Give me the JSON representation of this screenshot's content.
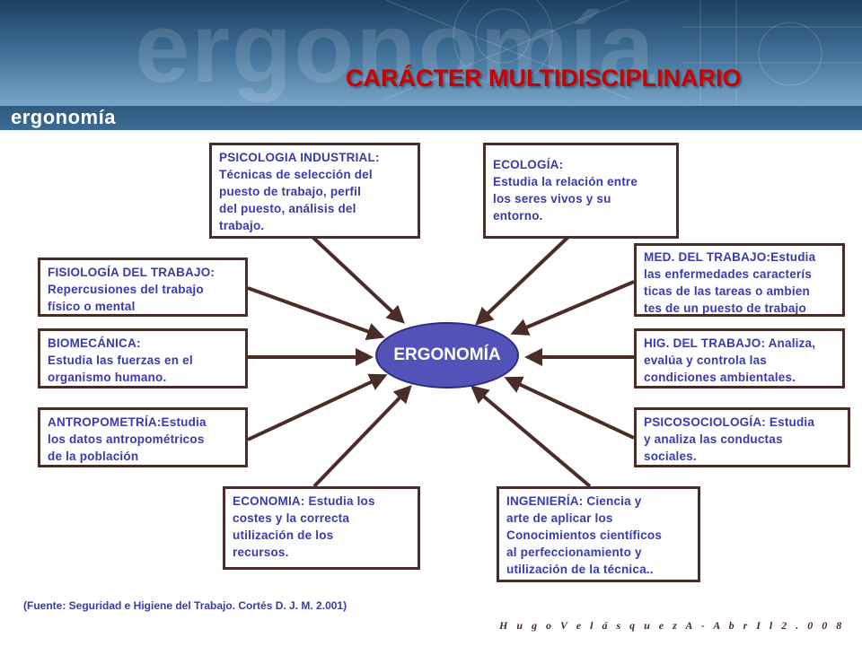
{
  "header": {
    "watermark": "ergonomía",
    "logo_text": "ergonomía",
    "title": "CARÁCTER MULTIDISCIPLINARIO"
  },
  "center": {
    "label": "ERGONOMÍA"
  },
  "boxes": {
    "psicologia": "PSICOLOGIA INDUSTRIAL:\nTécnicas de selección del\npuesto de trabajo, perfil\ndel puesto, análisis del\n  trabajo.",
    "ecologia": "ECOLOGÍA:\nEstudia la relación entre\nlos seres vivos y su\nentorno.",
    "fisiologia": "FISIOLOGÍA DEL TRABAJO:\nRepercusiones del trabajo\nfísico o mental",
    "med_trabajo": "MED. DEL TRABAJO:Estudia\nlas enfermedades caracterís\nticas de las tareas o ambien\ntes de un puesto de trabajo",
    "biomecanica": "BIOMECÁNICA:\nEstudia las fuerzas en el\norganismo humano.",
    "hig_trabajo": "HIG. DEL TRABAJO: Analiza,\nevalúa y controla las\ncondiciones ambientales.",
    "antropometria": "ANTROPOMETRÍA:Estudia\nlos datos antropométricos\nde la población",
    "psicosociologia": "PSICOSOCIOLOGÍA: Estudia\ny analiza  las conductas\nsociales.",
    "economia": "ECONOMIA: Estudia los\ncostes y la correcta\nutilización de los\nrecursos.",
    "ingenieria": "INGENIERÍA: Ciencia y\narte de aplicar los\nConocimientos científicos\nal perfeccionamiento y\nutilización de la técnica.."
  },
  "footer": {
    "source": "(Fuente:  Seguridad e Higiene del Trabajo. Cortés D. J. M. 2.001)",
    "signature": "H u g o  V e l á s q u e z  A  -  A b r I l   2 . 0 0 8"
  },
  "colors": {
    "title": "#cc0000",
    "box_text": "#3a3ab0",
    "box_border": "#4a2c28",
    "center_fill": "#5252b8",
    "arrow": "#4a2c28"
  }
}
